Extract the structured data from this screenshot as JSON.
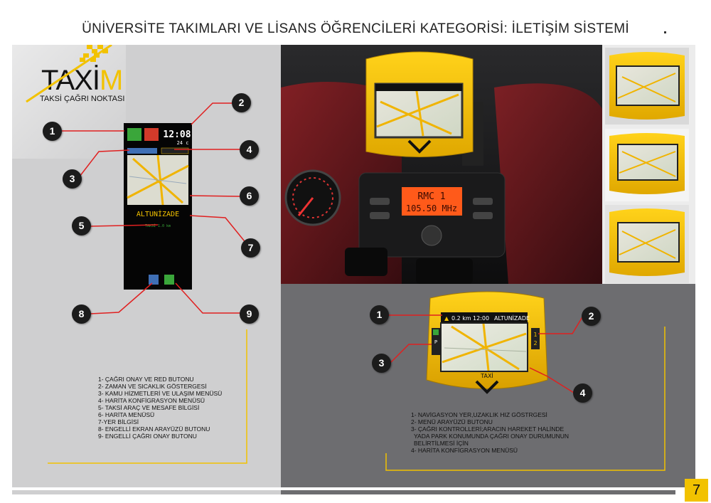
{
  "page": {
    "title": "ÜNİVERSİTE TAKIMLARI VE LİSANS ÖĞRENCİLERİ KATEGORİSİ: İLETİŞİM SİSTEMİ",
    "number": "7"
  },
  "logo": {
    "main": "TAXİ",
    "accent": "M",
    "subtitle": "TAKSİ ÇAĞRI NOKTASI"
  },
  "kiosk": {
    "time": "12:08",
    "temperature": "24 c",
    "location_label": "ALTUNİZADE",
    "info_line": "TAKSİ 1.0 km"
  },
  "left_callouts": [
    "1",
    "2",
    "3",
    "4",
    "5",
    "6",
    "7",
    "8",
    "9"
  ],
  "left_legend": [
    "1- ÇAĞRI ONAY VE RED BUTONU",
    "2- ZAMAN VE SICAKLIK GÖSTERGESİ",
    "3- KAMU HİZMETLERİ VE ULAŞIM MENÜSÜ",
    "4- HARİTA KONFİGRASYON MENÜSÜ",
    "5- TAKSİ ARAÇ VE MESAFE BİLGİSİ",
    "6- HARİTA MENÜSÜ",
    "7-YER BİLGİSİ",
    "8- ENGELLİ EKRAN ARAYÜZÜ BUTONU",
    "9- ENGELLİ ÇAĞRI ONAY BUTONU"
  ],
  "radio": {
    "line1": "RMC 1",
    "line2": "105.50 MHz"
  },
  "car_device": {
    "distance": "0.2 km",
    "time": "12:00",
    "location": "ALTUNİZADE",
    "brand": "TAXİ",
    "side_1": "1",
    "side_2": "2",
    "park": "P"
  },
  "right_callouts": [
    "1",
    "2",
    "3",
    "4"
  ],
  "right_legend": [
    "1- NAVİGASYON YER,UZAKLIK HIZ GÖSTRGESİ",
    "2- MENÜ ARAYÜZÜ BUTONU",
    "3- ÇAĞRI KONTROLLERİ;ARACIN HAREKET HALİNDE",
    "YADA PARK KONUMUNDA ÇAĞRI ONAY DURUMUNUN",
    "BELİRTİLMESİ İÇİN",
    "4- HARİTA KONFİGRASYON MENÜSÜ"
  ],
  "colors": {
    "accent": "#f2c200",
    "callout_line": "#e02020",
    "panel_light": "#cfcfd0",
    "panel_dark": "#6d6d70"
  }
}
